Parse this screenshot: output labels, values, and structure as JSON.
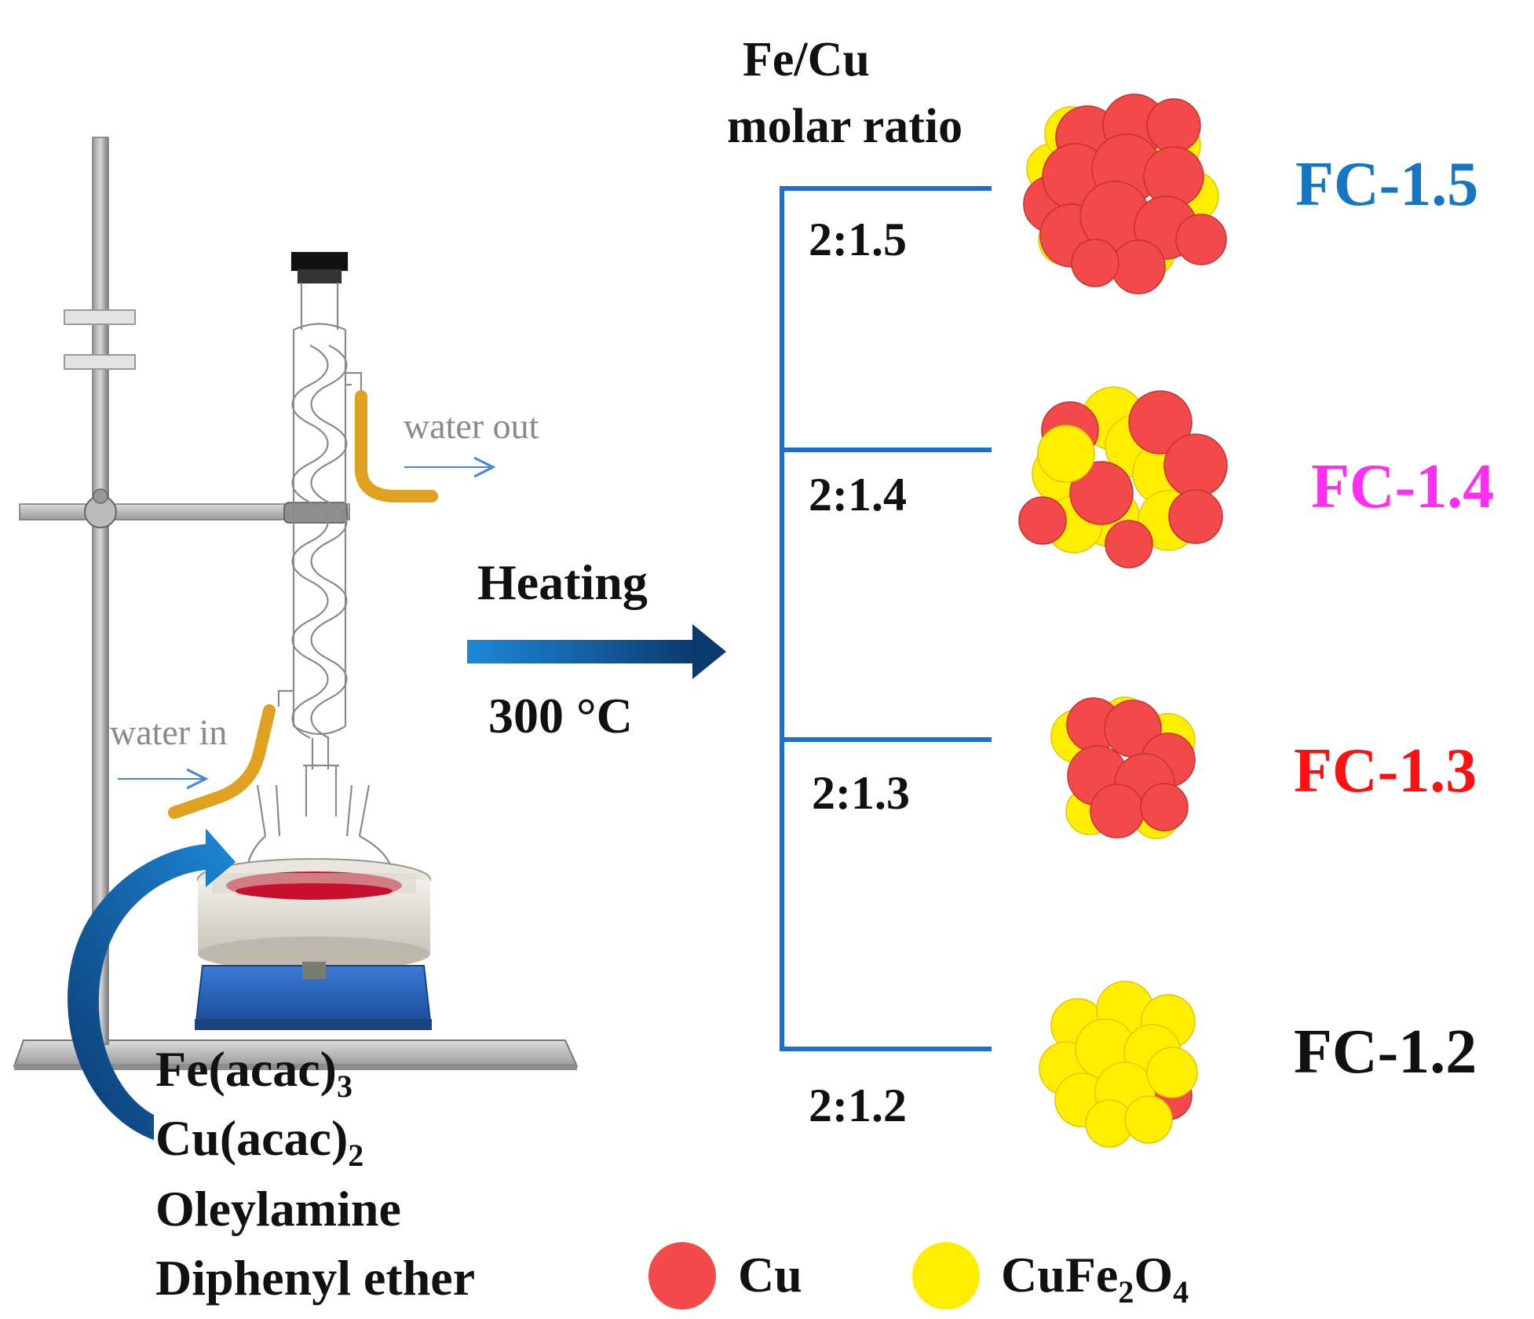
{
  "header": {
    "line1": "Fe/Cu",
    "line2": "molar ratio"
  },
  "apparatus": {
    "water_out": "water out",
    "water_in": "water in",
    "flask_color": "#c8102e"
  },
  "process": {
    "step": "Heating",
    "temp": "300 °C"
  },
  "reagents": [
    {
      "main": "Fe(acac)",
      "sub": "3"
    },
    {
      "main": "Cu(acac)",
      "sub": "2"
    },
    {
      "main": "Oleylamine",
      "sub": ""
    },
    {
      "main": "Diphenyl ether",
      "sub": ""
    }
  ],
  "branches": [
    {
      "ratio": "2:1.5",
      "label": "FC-1.5",
      "color": "#1577c4"
    },
    {
      "ratio": "2:1.4",
      "label": "FC-1.4",
      "color": "#ff2ef0"
    },
    {
      "ratio": "2:1.3",
      "label": "FC-1.3",
      "color": "#ff1010"
    },
    {
      "ratio": "2:1.2",
      "label": "FC-1.2",
      "color": "#111111"
    }
  ],
  "legend": {
    "cu_label": "Cu",
    "cufe_main": "CuFe",
    "cufe_sub1": "2",
    "cufe_mid": "O",
    "cufe_sub2": "4",
    "cu_color": "#f24a4a",
    "cufe_color": "#ffee00"
  },
  "colors": {
    "branch_line": "#1a6fd0",
    "arrow_start": "#1e88d8",
    "arrow_end": "#0a3a70",
    "hose": "#e0a020",
    "stand": "#8c8c8c",
    "stirrer": "#2a63b8"
  }
}
